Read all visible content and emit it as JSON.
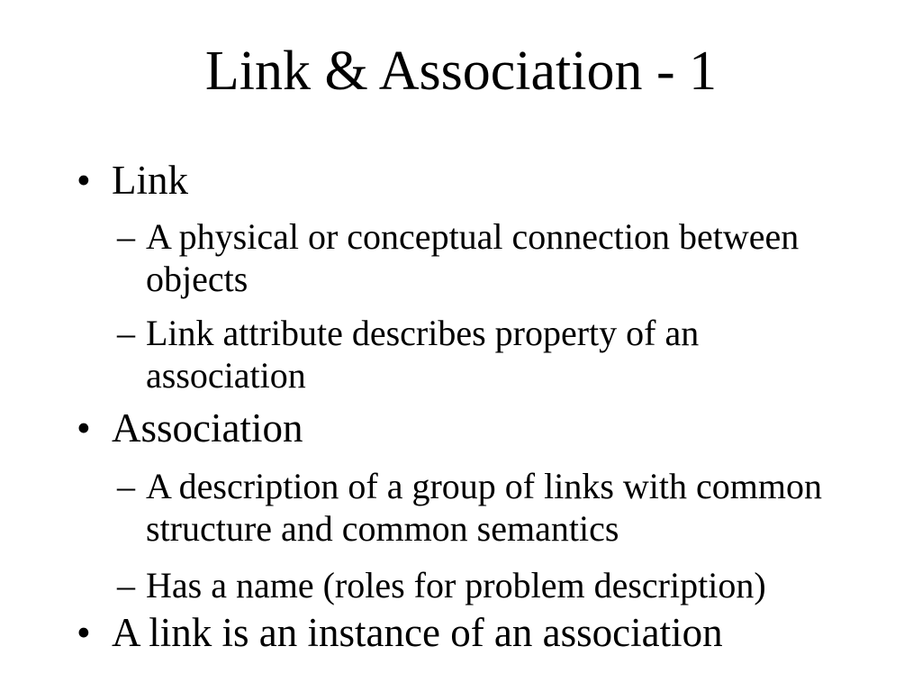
{
  "slide": {
    "title": "Link & Association - 1",
    "colors": {
      "background": "#ffffff",
      "text": "#000000"
    },
    "bullets": [
      {
        "level": 1,
        "marker": "•",
        "lines": [
          "Link"
        ]
      },
      {
        "level": 2,
        "marker": "–",
        "lines": [
          "A physical or conceptual connection between",
          "objects"
        ]
      },
      {
        "level": 2,
        "marker": "–",
        "lines": [
          "Link attribute describes property of an",
          "association"
        ]
      },
      {
        "level": 1,
        "marker": "•",
        "lines": [
          "Association"
        ]
      },
      {
        "level": 2,
        "marker": "–",
        "lines": [
          "A description of a group of links with common",
          "structure and common semantics"
        ]
      },
      {
        "level": 2,
        "marker": "–",
        "lines": [
          "Has a name (roles for problem description)"
        ]
      },
      {
        "level": 1,
        "marker": "•",
        "lines": [
          "A link is an instance of an association"
        ]
      }
    ]
  }
}
